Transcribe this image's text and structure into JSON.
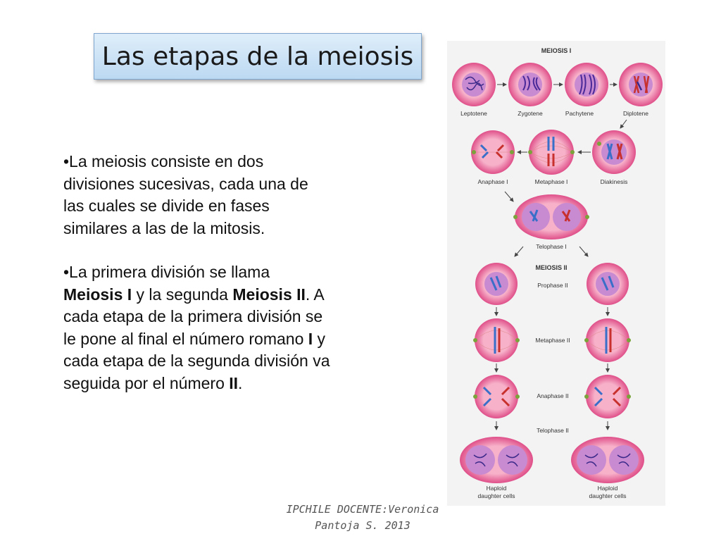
{
  "slide": {
    "title": "Las etapas de la meiosis",
    "paragraph1": "•La meiosis consiste en dos divisiones sucesivas, cada una de las cuales se divide en fases similares a las de la mitosis.",
    "paragraph2": {
      "p1": "•La primera división se llama ",
      "b1": "Meiosis I",
      "p2": " y la segunda ",
      "b2": "Meiosis II",
      "p3": ".  A cada etapa de la primera división se le pone al final el número romano ",
      "b3": "I",
      "p4": " y cada etapa de la segunda división va seguida por el número ",
      "b4": "II",
      "p5": "."
    },
    "footer_line1": "IPCHILE  DOCENTE:Veronica",
    "footer_line2": "Pantoja S. 2013"
  },
  "diagram": {
    "heading1": "MEIOSIS I",
    "heading2": "MEIOSIS II",
    "labels": {
      "leptotene": "Leptotene",
      "zygotene": "Zygotene",
      "pachytene": "Pachytene",
      "diplotene": "Diplotene",
      "anaphase1": "Anaphase I",
      "metaphase1": "Metaphase I",
      "diakinesis": "Diakinesis",
      "telophase1": "Telophase I",
      "prophase2": "Prophase II",
      "metaphase2": "Metaphase II",
      "anaphase2": "Anaphase II",
      "telophase2": "Telophase II",
      "haploid": "Haploid",
      "daughter_cells": "daughter cells"
    },
    "colors": {
      "cell_outer": "#e2558e",
      "cell_inner": "#f6a7c2",
      "nucleus": "#c27ac9",
      "chromosome": "#3a6fc9",
      "chromosome_dark": "#6a2a8a",
      "centriole": "#7aa33a",
      "arrow": "#444444"
    }
  }
}
